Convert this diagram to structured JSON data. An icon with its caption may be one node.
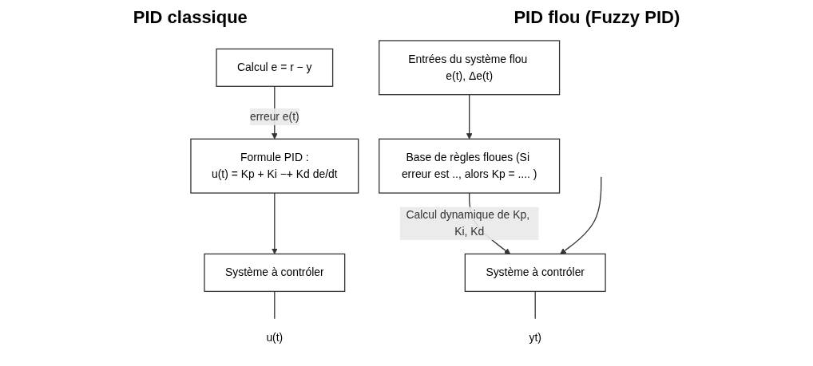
{
  "diagram": {
    "nodes": [
      {
        "text": [
          "Calcul e = r − y"
        ]
      },
      {
        "text": [
          "Formule PID :",
          "u(t) = Kp + Ki −+ Kd de/dt"
        ]
      },
      {
        "text": [
          "Système à contróler"
        ]
      },
      {
        "text": [
          "u(t)"
        ]
      },
      {
        "text": [
          "Entrées du système flou e(t), Δe(t)"
        ]
      },
      {
        "text": [
          "Base de règles floues (Si erreur est .., alors Kp = .... )"
        ]
      },
      {
        "text": [
          "Système à contróler"
        ]
      },
      {
        "text": [
          "yt)"
        ]
      }
    ],
    "edges": [
      {
        "from": 0,
        "to": 1,
        "arrow": "to",
        "label": "erreur e(t)"
      },
      {
        "from": 1,
        "to": 2,
        "arrow": "to"
      },
      {
        "from": 2,
        "to": 3,
        "arrow": "none"
      },
      {
        "from": 4,
        "to": 5,
        "arrow": "to"
      },
      {
        "from": 5,
        "to": 6,
        "arrow": "to",
        "label": "Calcul dynamique de Kp, Ki, Kd"
      },
      {
        "from": null,
        "to": 6,
        "arrow": "to"
      },
      {
        "from": 6,
        "to": 7,
        "arrow": "none"
      }
    ],
    "labels": [
      "PID classique",
      "PID flou (Fuzzy PID)"
    ]
  }
}
